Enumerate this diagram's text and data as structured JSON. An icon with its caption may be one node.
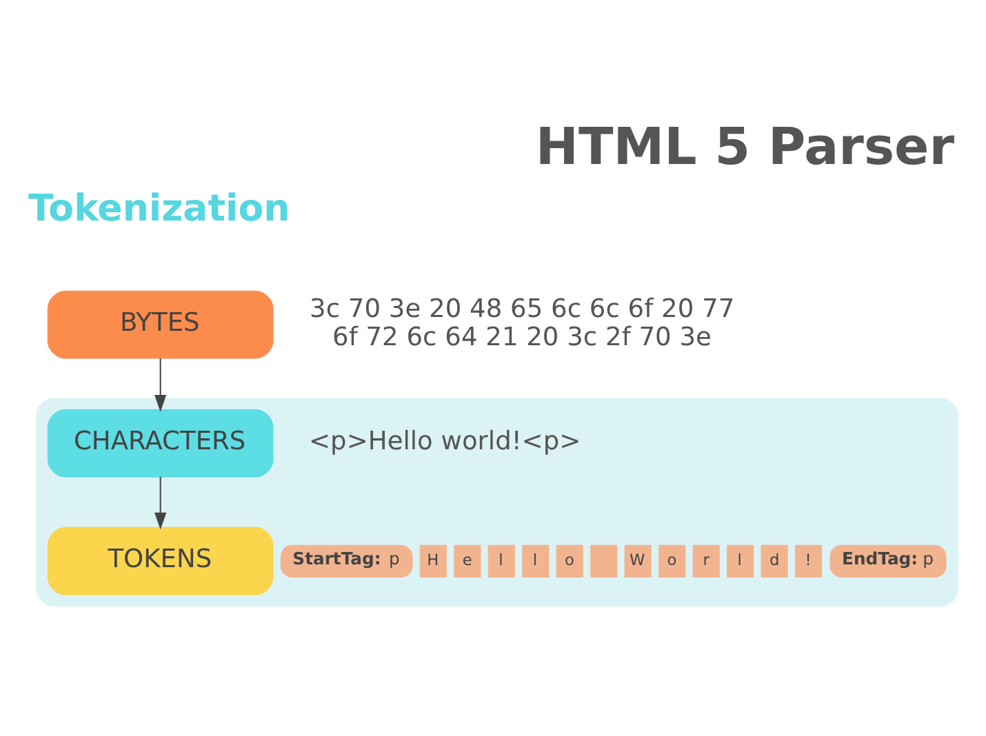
{
  "diagram": {
    "title": "HTML 5 Parser",
    "nodes": [
      {
        "text": [
          "BYTES"
        ],
        "beside": [
          "3c 70 3e 20 48 65 6c 6c 6f 20 77 6f 72 6c 64 21 20 3c 2f 70 3e"
        ]
      },
      {
        "text": [],
        "shape": "band"
      },
      {
        "text": [
          "CHARACTERS"
        ],
        "in": 1,
        "beside": [
          "<p>Hello world!<p>"
        ]
      },
      {
        "text": [
          "TOKENS"
        ],
        "in": 1
      },
      {
        "text": [
          "**StartTag:** p"
        ],
        "in": 1
      },
      {
        "text": [
          "H"
        ],
        "in": 1
      },
      {
        "text": [
          "e"
        ],
        "in": 1
      },
      {
        "text": [
          "l"
        ],
        "in": 1
      },
      {
        "text": [
          "l"
        ],
        "in": 1
      },
      {
        "text": [
          "o"
        ],
        "in": 1
      },
      {
        "text": [],
        "shape": "box",
        "in": 1
      },
      {
        "text": [
          "W"
        ],
        "in": 1
      },
      {
        "text": [
          "o"
        ],
        "in": 1
      },
      {
        "text": [
          "r"
        ],
        "in": 1
      },
      {
        "text": [
          "l"
        ],
        "in": 1
      },
      {
        "text": [
          "d"
        ],
        "in": 1
      },
      {
        "text": [
          "!"
        ],
        "in": 1
      },
      {
        "text": [
          "**EndTag:** p"
        ],
        "in": 1
      }
    ],
    "edges": [
      {
        "from": 0,
        "to": 2,
        "arrow": "to"
      },
      {
        "from": 2,
        "to": 3,
        "arrow": "to"
      }
    ],
    "labels": [
      "Tokenization"
    ]
  }
}
